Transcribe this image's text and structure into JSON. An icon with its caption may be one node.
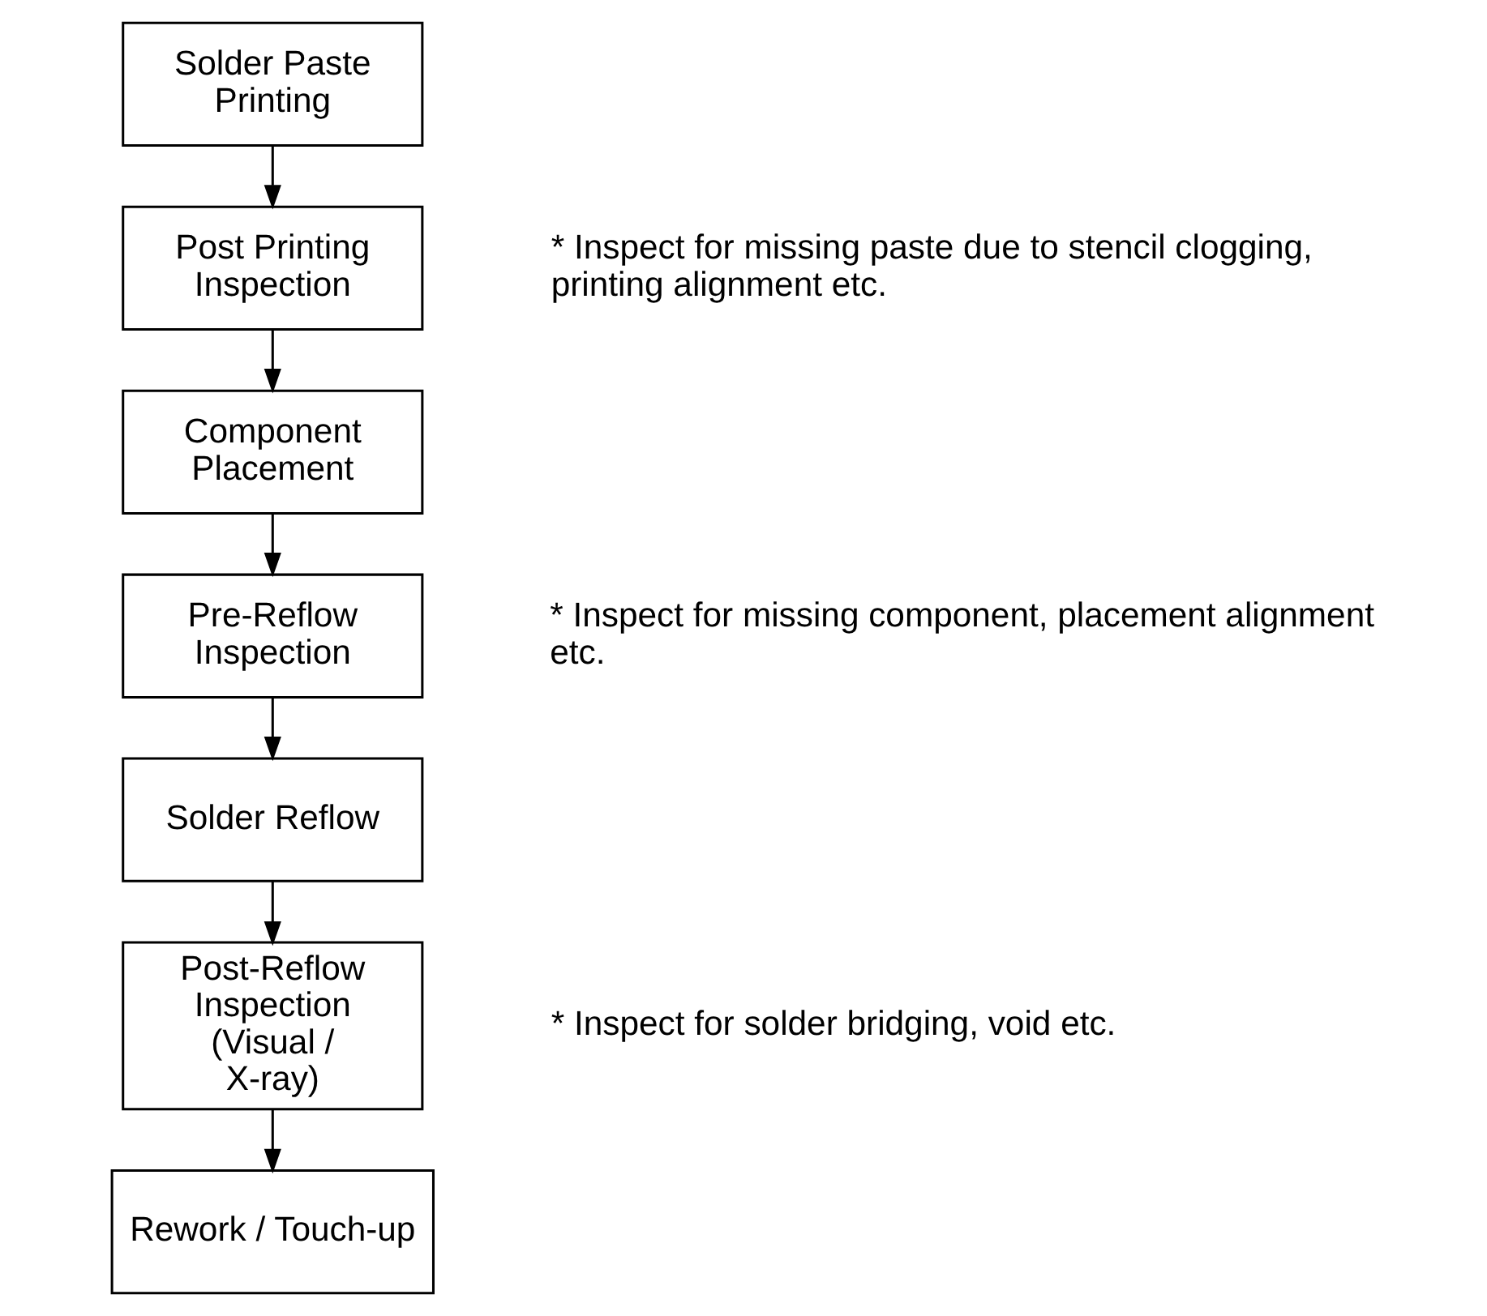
{
  "diagram": {
    "nodes": [
      {
        "text": [
          "Solder Paste Printing"
        ]
      },
      {
        "text": [
          "Post Printing Inspection"
        ],
        "beside": [
          "* Inspect for missing paste due to stencil clogging, printing alignment etc."
        ]
      },
      {
        "text": [
          "Component Placement"
        ]
      },
      {
        "text": [
          "Pre-Reflow Inspection"
        ],
        "beside": [
          "* Inspect for missing component, placement alignment etc."
        ]
      },
      {
        "text": [
          "Solder Reflow"
        ]
      },
      {
        "text": [
          "Post-Reflow Inspection (Visual / X-ray)"
        ],
        "beside": [
          "* Inspect for solder bridging, void etc."
        ]
      },
      {
        "text": [
          "Rework / Touch-up"
        ]
      }
    ],
    "edges": [
      {
        "from": 0,
        "to": 1,
        "arrow": "to"
      },
      {
        "from": 1,
        "to": 2,
        "arrow": "to"
      },
      {
        "from": 2,
        "to": 3,
        "arrow": "to"
      },
      {
        "from": 3,
        "to": 4,
        "arrow": "to"
      },
      {
        "from": 4,
        "to": 5,
        "arrow": "to"
      },
      {
        "from": 5,
        "to": 6,
        "arrow": "to"
      }
    ]
  }
}
